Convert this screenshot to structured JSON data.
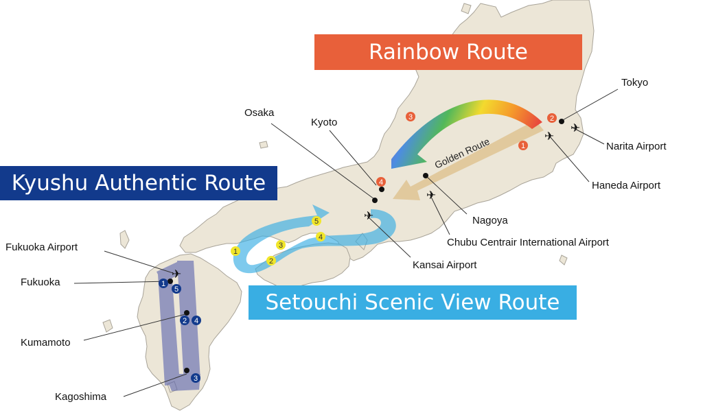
{
  "routes": {
    "rainbow": "Rainbow Route",
    "kyushu": "Kyushu Authentic Route",
    "setouchi": "Setouchi Scenic View Route",
    "golden": "Golden Route"
  },
  "places": {
    "tokyo": "Tokyo",
    "narita": "Narita Airport",
    "haneda": "Haneda Airport",
    "nagoya": "Nagoya",
    "chubu": "Chubu Centrair International Airport",
    "kansai": "Kansai Airport",
    "osaka": "Osaka",
    "kyoto": "Kyoto",
    "fukuoka_airport": "Fukuoka Airport",
    "fukuoka": "Fukuoka",
    "kumamoto": "Kumamoto",
    "kagoshima": "Kagoshima"
  },
  "stops": {
    "rainbow": [
      "1",
      "2",
      "3",
      "4"
    ],
    "setouchi": [
      "1",
      "2",
      "3",
      "4",
      "5"
    ],
    "kyushu": [
      "1",
      "2",
      "3",
      "4",
      "5"
    ]
  },
  "colors": {
    "land": "#ece6d7",
    "land_stroke": "#a8a398",
    "rainbow": "#e8603a",
    "kyushu": "#123a8c",
    "setouchi": "#39aee3",
    "golden": "#e0c79a",
    "stop_yellow": "#f1e62a"
  },
  "icons": [
    "airplane-icon",
    "city-dot"
  ]
}
